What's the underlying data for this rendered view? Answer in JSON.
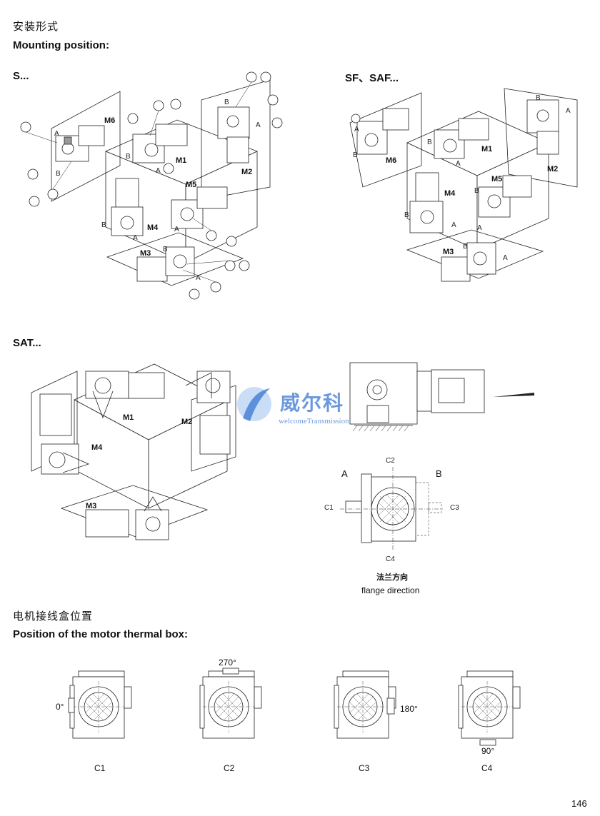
{
  "heading": {
    "cn": "安装形式",
    "en": "Mounting position:"
  },
  "sections": {
    "s": "S...",
    "sf": "SF、SAF...",
    "sat": "SAT..."
  },
  "mount_labels": {
    "m1": "M1",
    "m2": "M2",
    "m3": "M3",
    "m4": "M4",
    "m5": "M5",
    "m6": "M6",
    "a": "A",
    "b": "B"
  },
  "flange": {
    "a": "A",
    "b": "B",
    "c1": "C1",
    "c2": "C2",
    "c3": "C3",
    "c4": "C4",
    "caption_cn": "法兰方向",
    "caption_en": "flange direction"
  },
  "watermark": {
    "cn": "威尔科",
    "en": "welcomeTransmission"
  },
  "thermal": {
    "heading_cn": "电机接线盒位置",
    "heading_en": "Position of the motor thermal box:",
    "items": [
      {
        "label": "C1",
        "angle": "0°"
      },
      {
        "label": "C2",
        "angle": "270°"
      },
      {
        "label": "C3",
        "angle": "180°"
      },
      {
        "label": "C4",
        "angle": "90°"
      }
    ]
  },
  "page_number": "146",
  "colors": {
    "line": "#222222",
    "shade": "#9a9a9a",
    "watermark_blue": "#2f6fd0",
    "watermark_light": "#9cc3ee"
  }
}
